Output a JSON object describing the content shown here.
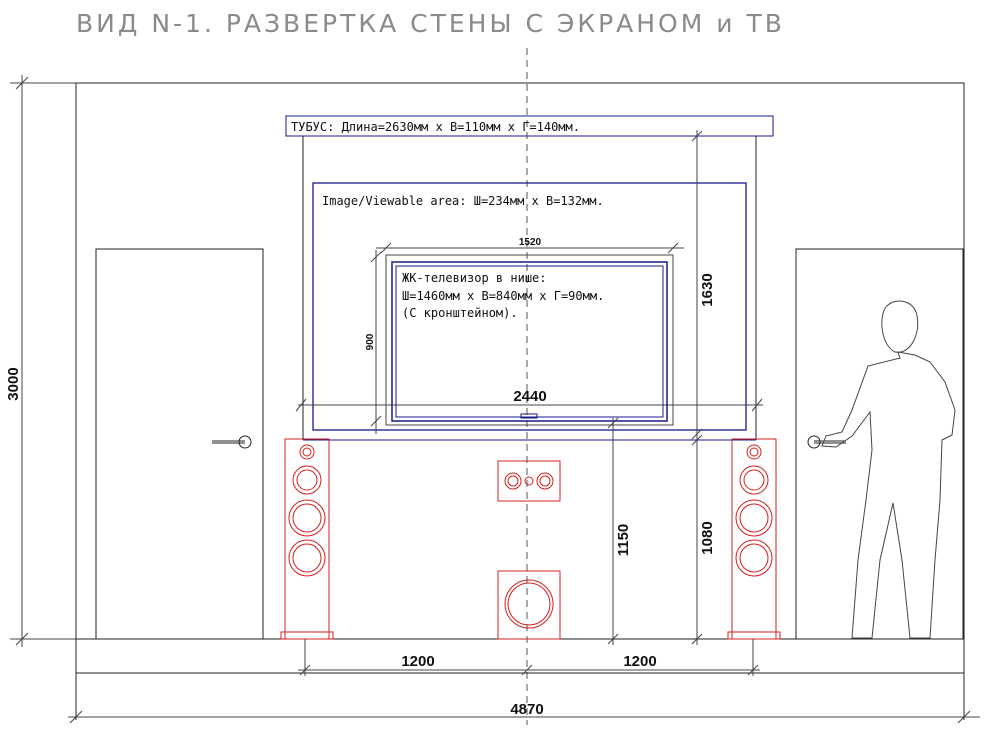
{
  "title": "ВИД N-1. РАЗВЕРТКА СТЕНЫ С ЭКРАНОМ и ТВ",
  "tube_label": "ТУБУС: Длина=2630мм х В=110мм х Г=140мм.",
  "screen_label": "Image/Viewable area: Ш=234мм х В=132мм.",
  "tv_note": [
    "ЖК-телевизор в нише:",
    "Ш=1460мм х В=840мм х Г=90мм.",
    "(С кронштейном)."
  ],
  "dimensions": {
    "wall_height": "3000",
    "wall_width": "4870",
    "screen_width": "2440",
    "tube_height": "1630",
    "tv_width": "1520",
    "tv_height": "900",
    "screen_bottom_height": "1150",
    "speaker_height": "1080",
    "left_spacing": "1200",
    "right_spacing": "1200"
  },
  "colors": {
    "tv_screen": "#1a1a8c",
    "speakers": "#d42020",
    "lines": "#222222",
    "title": "#8a8a8a"
  }
}
